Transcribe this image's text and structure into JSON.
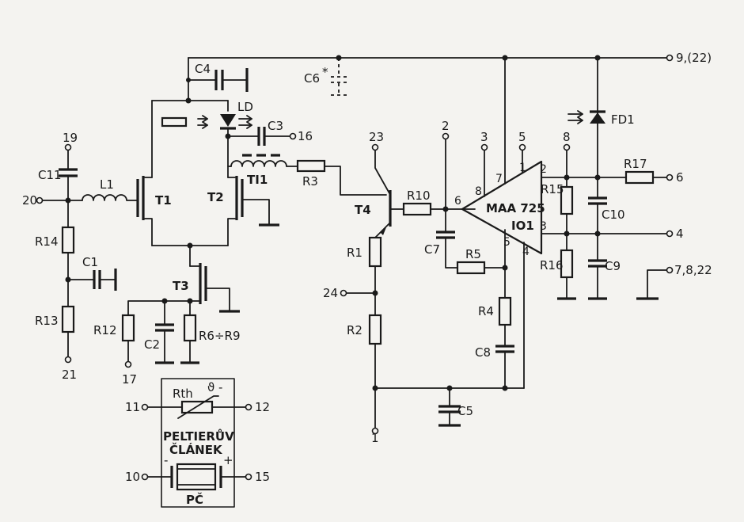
{
  "labels": {
    "C4": "C4",
    "C6": "C6",
    "C6_star": "*",
    "LD": "LD",
    "C3": "C3",
    "FD1": "FD1",
    "C11": "C11",
    "L1": "L1",
    "T1": "T1",
    "T2": "T2",
    "TI1": "TI1",
    "R3": "R3",
    "T4": "T4",
    "R10": "R10",
    "R14": "R14",
    "C1": "C1",
    "T3": "T3",
    "R13": "R13",
    "R12": "R12",
    "C2": "C2",
    "R6R9": "R6÷R9",
    "R1": "R1",
    "R2": "R2",
    "C7": "C7",
    "R5": "R5",
    "R4": "R4",
    "C8": "C8",
    "C5": "C5",
    "IO1": "IO1",
    "MAA725": "MAA 725",
    "R15": "R15",
    "R16": "R16",
    "R17": "R17",
    "C10": "C10",
    "C9": "C9",
    "Rth": "Rth",
    "theta": "ϑ",
    "minus_sym": "-",
    "peltier_line1": "PELTIERŮV",
    "peltier_line2": "ČLÁNEK",
    "PC": "PČ",
    "pc_minus": "-",
    "pc_plus": "+"
  },
  "terminals": {
    "t9_22": "9,(22)",
    "t19": "19",
    "t20": "20",
    "t21": "21",
    "t16": "16",
    "t23": "23",
    "t24": "24",
    "t1": "1",
    "t17": "17",
    "t2": "2",
    "t3": "3",
    "t5": "5",
    "t8": "8",
    "t6": "6",
    "t4": "4",
    "t7_8_22": "7,8,22",
    "t11": "11",
    "t12": "12",
    "t10": "10",
    "t15": "15"
  },
  "ic_pins": {
    "p7": "7",
    "p8": "8",
    "p1": "1",
    "p2": "2",
    "p6": "6",
    "p3": "3",
    "p5": "5",
    "p4": "4"
  }
}
